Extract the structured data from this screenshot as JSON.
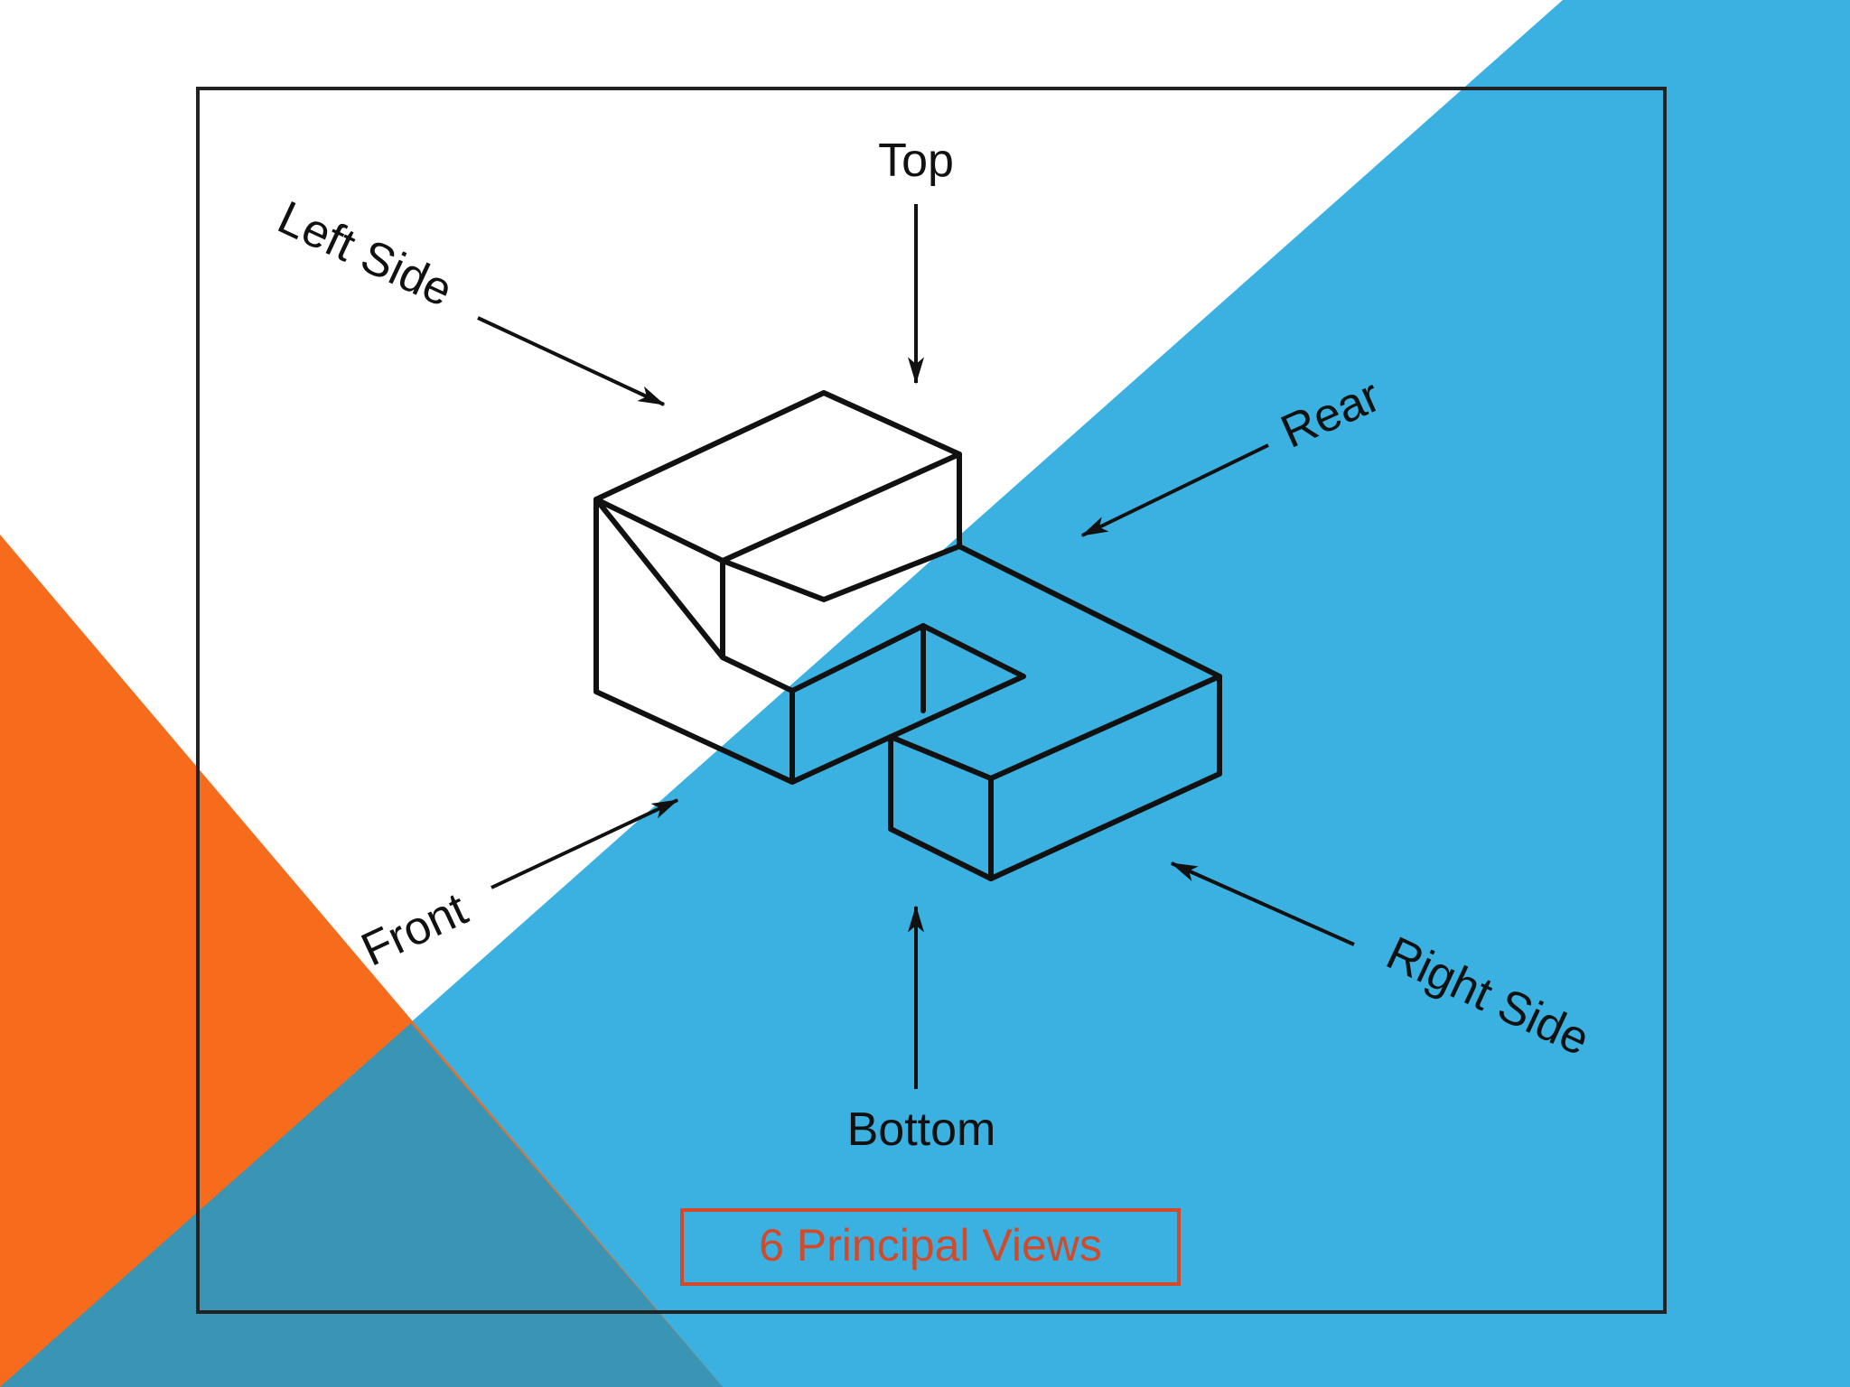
{
  "colors": {
    "background": "#ffffff",
    "blue_triangle": "#3ab1e0",
    "orange_triangle": "#f76b1c",
    "overlap": "#3a94b3",
    "frame": "#222222",
    "caption": "#d24a2a"
  },
  "diagram": {
    "labels": {
      "top": "Top",
      "left_side": "Left Side",
      "rear": "Rear",
      "front": "Front",
      "right_side": "Right Side",
      "bottom": "Bottom"
    },
    "caption": "6 Principal Views"
  }
}
